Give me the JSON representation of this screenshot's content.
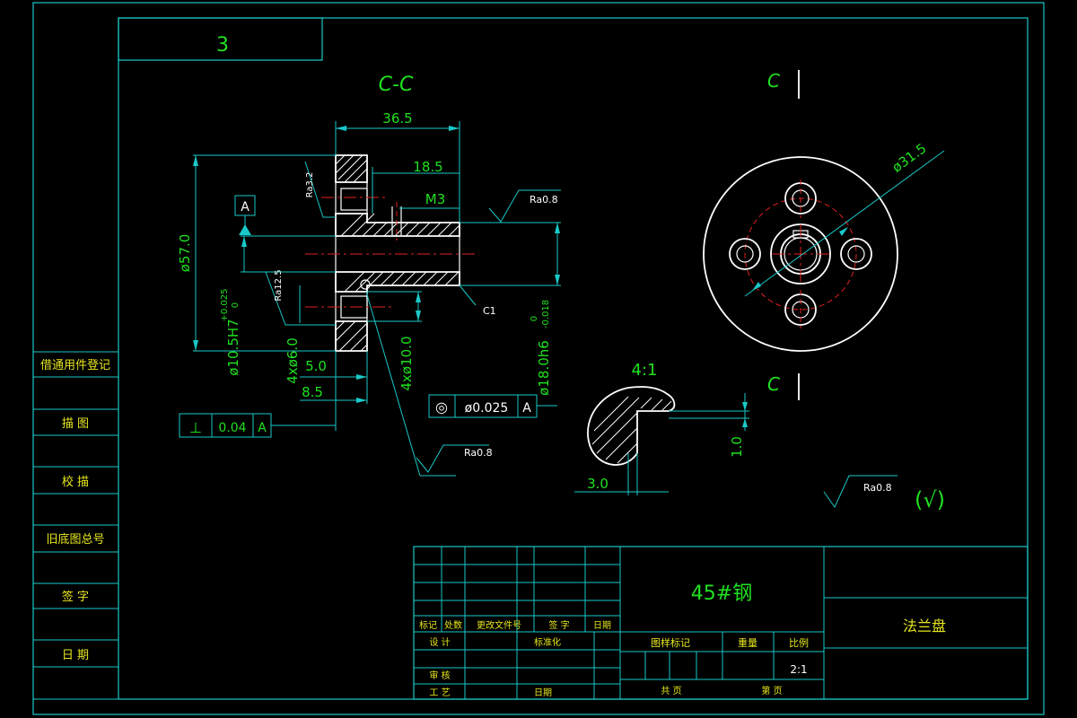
{
  "drawing_number": "3",
  "section_label": "C-C",
  "section_marker": "C",
  "detail_scale": "4:1",
  "material": "45#钢",
  "part_name": "法兰盘",
  "scale_value": "2:1",
  "dimensions": {
    "length_total": "36.5",
    "length_partial": "18.5",
    "thread": "M3",
    "dia_outer": "ø57.0",
    "dia_bore": "ø10.5H7",
    "dia_bore_tol_upper": "+0.025",
    "dia_bore_tol_lower": "0",
    "holes_small": "4xø6.0",
    "holes_large": "4xø10.0",
    "dia_shaft": "ø18.0h6",
    "dia_shaft_tol_upper": "0",
    "dia_shaft_tol_lower": "-0.018",
    "depth_a": "5.0",
    "depth_b": "8.5",
    "chamfer": "C1",
    "pcd": "ø31.5",
    "detail_w": "3.0",
    "detail_h": "1.0"
  },
  "roughness": {
    "r1": "Ra3.2",
    "r2": "Ra12.5",
    "r3": "Ra0.8",
    "r4": "Ra0.8",
    "r5": "Ra0.8",
    "general": "(√)"
  },
  "datum": "A",
  "gdt_perp": {
    "symbol": "⊥",
    "value": "0.04",
    "datum": "A"
  },
  "gdt_conc": {
    "symbol": "◎",
    "value": "ø0.025",
    "datum": "A"
  },
  "left_strip": [
    "借通用件登记",
    "描  图",
    "校  描",
    "旧底图总号",
    "签  字",
    "日  期"
  ],
  "title_block": {
    "rev_headers": [
      "标记",
      "处数",
      "更改文件号",
      "签  字",
      "日期"
    ],
    "design": "设  计",
    "standardize": "标准化",
    "review": "审  核",
    "process": "工  艺",
    "date": "日期",
    "stage_mark": "图样标记",
    "weight": "重量",
    "scale": "比例",
    "total": "共    页",
    "page": "第    页"
  }
}
